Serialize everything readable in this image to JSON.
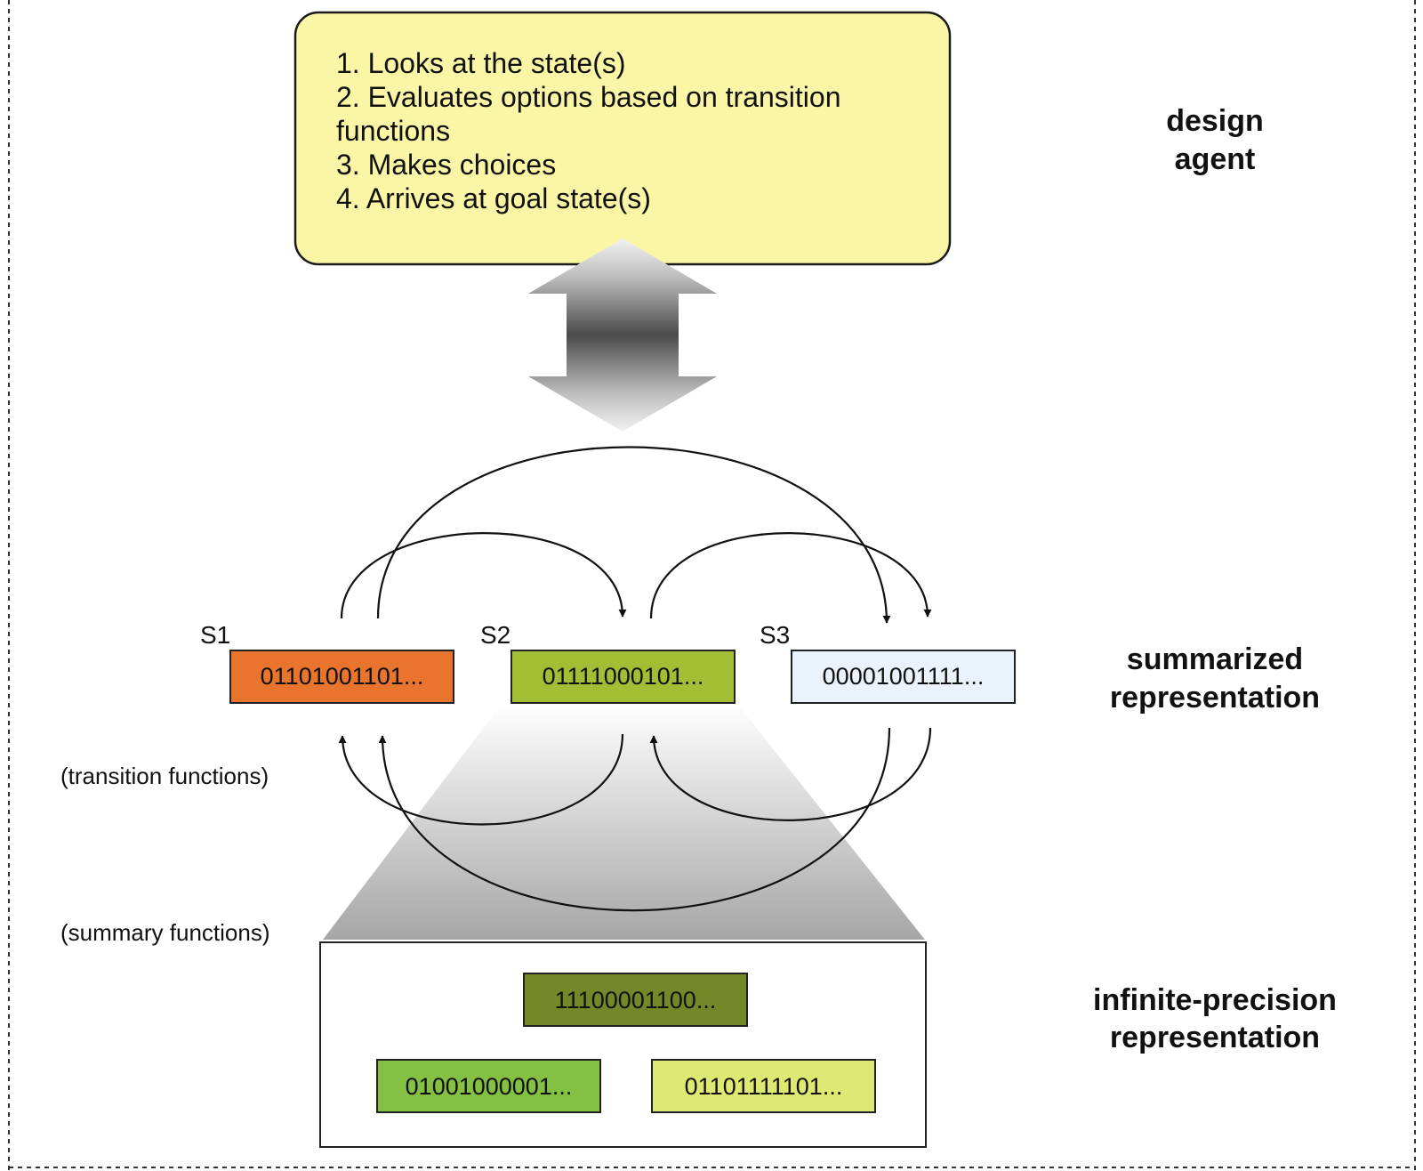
{
  "agent": {
    "steps": [
      "1. Looks at the state(s)",
      "2. Evaluates options based on transition",
      "functions",
      "3. Makes choices",
      "4. Arrives at goal state(s)"
    ],
    "fill_color": "#FBF6A6"
  },
  "layers": {
    "design_agent": [
      "design",
      "agent"
    ],
    "summarized": [
      "summarized",
      "representation"
    ],
    "infinite": [
      "infinite-precision",
      "representation"
    ]
  },
  "side_labels": {
    "transition": "(transition functions)",
    "summary": "(summary functions)"
  },
  "states": [
    {
      "name": "S1",
      "bits": "01101001101...",
      "color": "#E8742E"
    },
    {
      "name": "S2",
      "bits": "01111000101...",
      "color": "#A3BE35"
    },
    {
      "name": "S3",
      "bits": "00001001111...",
      "color": "#EAF2FC"
    }
  ],
  "detail_states": [
    {
      "bits": "11100001100...",
      "color": "#74882A"
    },
    {
      "bits": "01001000001...",
      "color": "#84C043"
    },
    {
      "bits": "01101111101...",
      "color": "#DCEA73"
    }
  ]
}
